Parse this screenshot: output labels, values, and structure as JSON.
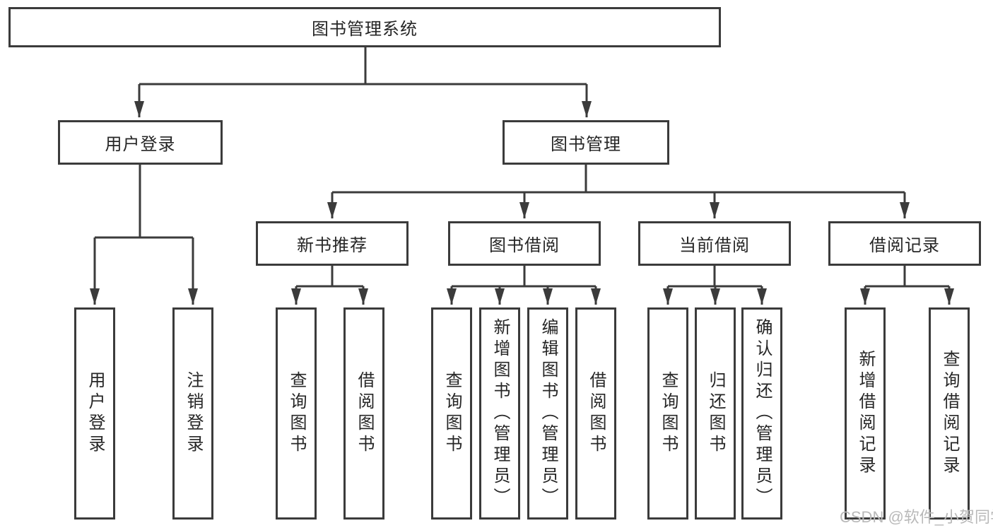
{
  "tree": {
    "root": "图书管理系统",
    "children": [
      {
        "label": "用户登录",
        "children": [
          {
            "label": "用户登录"
          },
          {
            "label": "注销登录"
          }
        ]
      },
      {
        "label": "图书管理",
        "children": [
          {
            "label": "新书推荐",
            "children": [
              {
                "label": "查询图书"
              },
              {
                "label": "借阅图书"
              }
            ]
          },
          {
            "label": "图书借阅",
            "children": [
              {
                "label": "查询图书"
              },
              {
                "label": "新增图书（管理员）"
              },
              {
                "label": "编辑图书（管理员）"
              },
              {
                "label": "借阅图书"
              }
            ]
          },
          {
            "label": "当前借阅",
            "children": [
              {
                "label": "查询图书"
              },
              {
                "label": "归还图书"
              },
              {
                "label": "确认归还（管理员）"
              }
            ]
          },
          {
            "label": "借阅记录",
            "children": [
              {
                "label": "新增借阅记录"
              },
              {
                "label": "查询借阅记录"
              }
            ]
          }
        ]
      }
    ]
  },
  "watermark": "CSDN @软件_小贺同学",
  "colors": {
    "line": "#3b3b3b",
    "text": "#262626",
    "watermark": "#b9b9b9",
    "background": "#ffffff"
  }
}
